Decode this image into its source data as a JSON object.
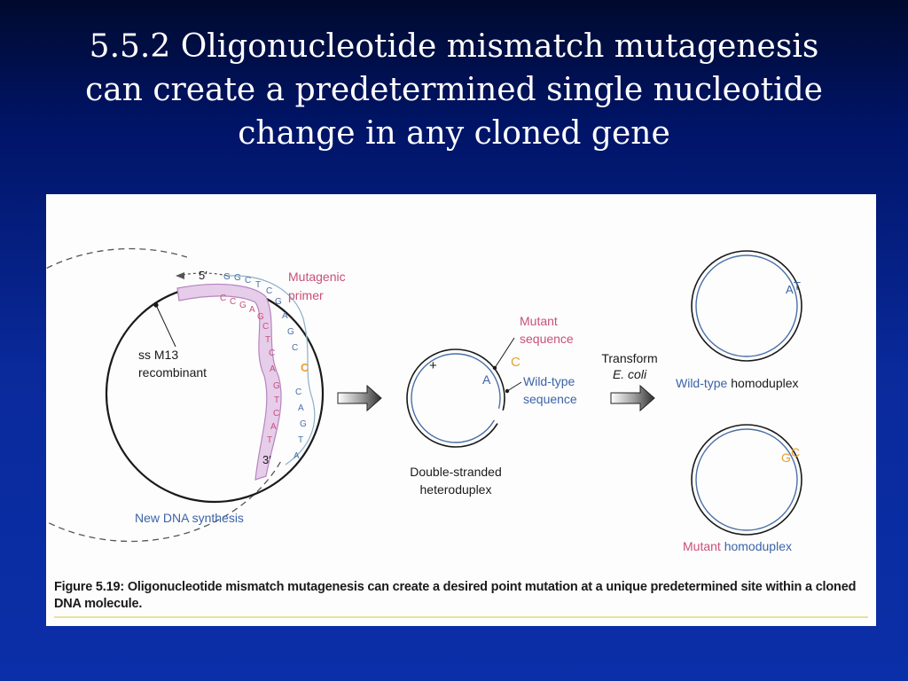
{
  "slide": {
    "title_lines": [
      "5.5.2 Oligonucleotide mismatch mutagenesis",
      "can create a predetermined single nucleotide",
      "change in any cloned gene"
    ]
  },
  "figure": {
    "circle1": {
      "label_line1": "ss M13",
      "label_line2": "recombinant",
      "primer_end_5": "5′",
      "primer_end_3": "3′",
      "primer_label_line1": "Mutagenic",
      "primer_label_line2": "primer",
      "new_synthesis_label": "New DNA synthesis",
      "primer_bases": [
        "G",
        "G",
        "C",
        "T",
        "C",
        "G",
        "A",
        "G",
        "C",
        "C",
        "A",
        "G",
        "T",
        "A"
      ],
      "template_bases": [
        "C",
        "C",
        "G",
        "A",
        "G",
        "C",
        "T",
        "C",
        "A",
        "G",
        "T",
        "C",
        "A",
        "T"
      ]
    },
    "circle2": {
      "plus_sign": "+",
      "base_wild": "A",
      "base_mutant": "C",
      "mutant_label_line1": "Mutant",
      "mutant_label_line2": "sequence",
      "wild_label_line1": "Wild-type",
      "wild_label_line2": "sequence",
      "label_line1": "Double-stranded",
      "label_line2": "heteroduplex"
    },
    "transform": {
      "line1": "Transform",
      "line2": "E. coli"
    },
    "wild_homoduplex": {
      "bases": [
        "A",
        "T"
      ],
      "label_colored": "Wild-type",
      "label_rest": " homoduplex"
    },
    "mutant_homoduplex": {
      "bases": [
        "G",
        "C"
      ],
      "label_colored": "Mutant",
      "label_rest": " homoduplex"
    },
    "caption": "Figure 5.19: Oligonucleotide mismatch mutagenesis can create a desired point mutation at a unique predetermined site within a cloned DNA molecule."
  },
  "colors": {
    "primer_text": "#c8507a",
    "primer_fill": "#e6cdea",
    "strand_blue": "#4a6fa8",
    "label_blue": "#3b63a8",
    "orange": "#e8a030",
    "dark": "#1a1a1a"
  }
}
